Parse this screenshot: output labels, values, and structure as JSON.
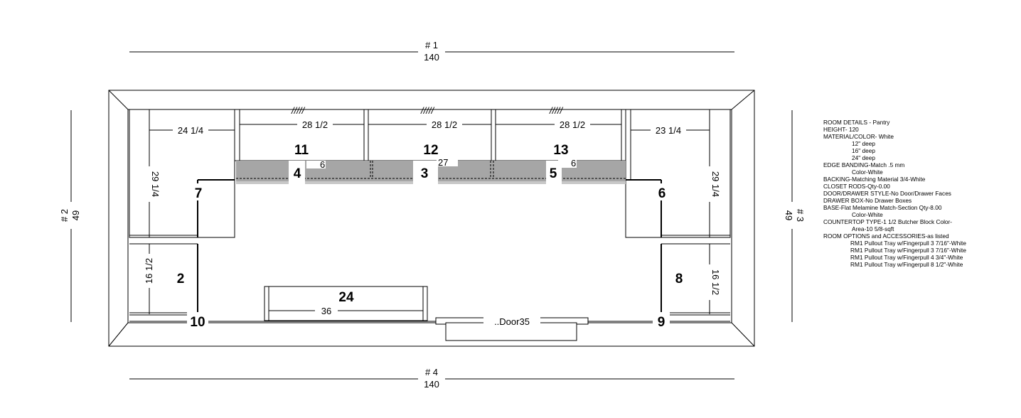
{
  "dimensions": {
    "wall1": {
      "name": "# 1",
      "value": "140"
    },
    "wall2": {
      "name": "# 2",
      "value": "49"
    },
    "wall3": {
      "name": "# 3",
      "value": "49"
    },
    "wall4": {
      "name": "# 4",
      "value": "140"
    }
  },
  "cabinet_widths": {
    "left_top": "24 1/4",
    "sec11": "28 1/2",
    "sec12": "28 1/2",
    "sec13": "28 1/2",
    "right_top": "23 1/4",
    "left_depth": "29 1/4",
    "right_depth": "29 1/4",
    "left_lower": "16 1/2",
    "right_lower": "16 1/2",
    "bench": "36",
    "shelf_partial_a": "6",
    "shelf_partial_b": "27",
    "shelf_partial_c": "6"
  },
  "section_numbers": [
    "11",
    "12",
    "13",
    "4",
    "3",
    "5",
    "7",
    "6",
    "2",
    "8",
    "24",
    "10",
    "9"
  ],
  "hatch_marks": [
    "/////",
    "/////",
    "/////"
  ],
  "door_label": "..Door35",
  "room_details": [
    {
      "text": "ROOM DETAILS - Pantry",
      "indent": 0
    },
    {
      "text": "HEIGHT- 120",
      "indent": 0
    },
    {
      "text": "MATERIAL/COLOR- White",
      "indent": 0
    },
    {
      "text": "12\" deep",
      "indent": 1
    },
    {
      "text": "16\" deep",
      "indent": 1
    },
    {
      "text": "24\" deep",
      "indent": 1
    },
    {
      "text": "EDGE BANDING-Match .5 mm",
      "indent": 0
    },
    {
      "text": "Color-White",
      "indent": 1
    },
    {
      "text": "BACKING-Matching Material 3/4-White",
      "indent": 0
    },
    {
      "text": "CLOSET RODS-Qty-0.00",
      "indent": 0
    },
    {
      "text": "DOOR/DRAWER STYLE-No Door/Drawer Faces",
      "indent": 0
    },
    {
      "text": "DRAWER BOX-No Drawer Boxes",
      "indent": 0
    },
    {
      "text": "BASE-Flat Melamine Match-Section Qty-8.00",
      "indent": 0
    },
    {
      "text": "Color-White",
      "indent": 1
    },
    {
      "text": "COUNTERTOP TYPE-1 1/2 Butcher Block Color-",
      "indent": 0
    },
    {
      "text": "Area-10 5/8-sqft",
      "indent": 1
    },
    {
      "text": "ROOM OPTIONS and ACCESSORIES-as listed",
      "indent": 0
    },
    {
      "text": "RM1 Pullout Tray w/Fingerpull 3 7/16\"-White",
      "indent": 2
    },
    {
      "text": "RM1 Pullout Tray w/Fingerpull 3 7/16\"-White",
      "indent": 2
    },
    {
      "text": "RM1 Pullout Tray w/Fingerpull 4 3/4\"-White",
      "indent": 2
    },
    {
      "text": "RM1 Pullout Tray w/Fingerpull 8 1/2\"-White",
      "indent": 2
    }
  ]
}
